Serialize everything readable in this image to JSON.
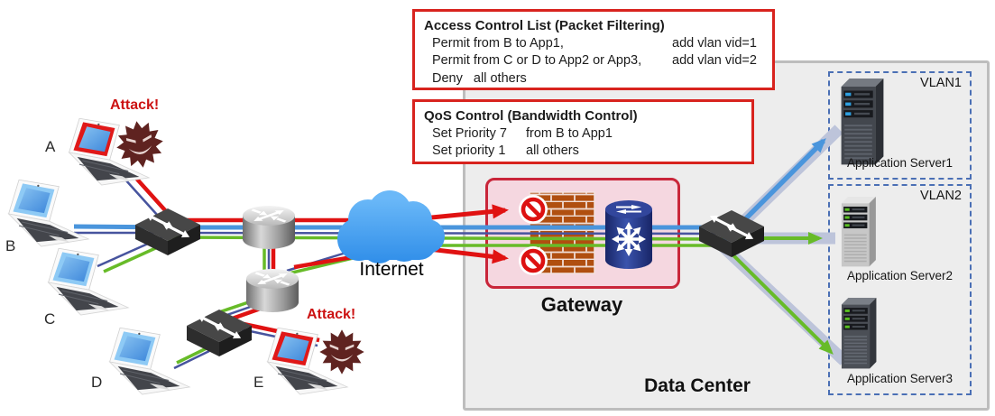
{
  "acl_box": {
    "title": "Access Control List (Packet Filtering)",
    "rules": [
      {
        "left": "Permit from B to App1,",
        "right": "add vlan vid=1"
      },
      {
        "left": "Permit from C or D to App2 or App3,",
        "right": "add vlan vid=2"
      },
      {
        "left": "Deny   all others",
        "right": ""
      }
    ]
  },
  "qos_box": {
    "title": "QoS Control (Bandwidth Control)",
    "rules": [
      {
        "left": "Set Priority 7",
        "right": "from B to App1"
      },
      {
        "left": "Set priority 1",
        "right": "all others"
      }
    ]
  },
  "labels": {
    "internet": "Internet",
    "gateway": "Gateway",
    "data_center": "Data Center",
    "attack": "Attack!"
  },
  "clients": [
    {
      "id": "A",
      "attacked": true
    },
    {
      "id": "B",
      "attacked": false
    },
    {
      "id": "C",
      "attacked": false
    },
    {
      "id": "D",
      "attacked": false
    },
    {
      "id": "E",
      "attacked": true
    }
  ],
  "vlans": [
    {
      "name": "VLAN1",
      "servers": [
        "Application Server1"
      ]
    },
    {
      "name": "VLAN2",
      "servers": [
        "Application Server2",
        "Application Server3"
      ]
    }
  ],
  "colors": {
    "attack_flow": "#e01212",
    "priority_flow_blue": "#4a95dc",
    "permit_flow_green": "#67bb28",
    "physical_link_navy": "#47549e",
    "vlan_band_gray": "#bdc4da",
    "gateway_fill": "#f5d7e0",
    "policy_box_border": "#d8231e",
    "vlan_border": "#4a6fb5"
  }
}
